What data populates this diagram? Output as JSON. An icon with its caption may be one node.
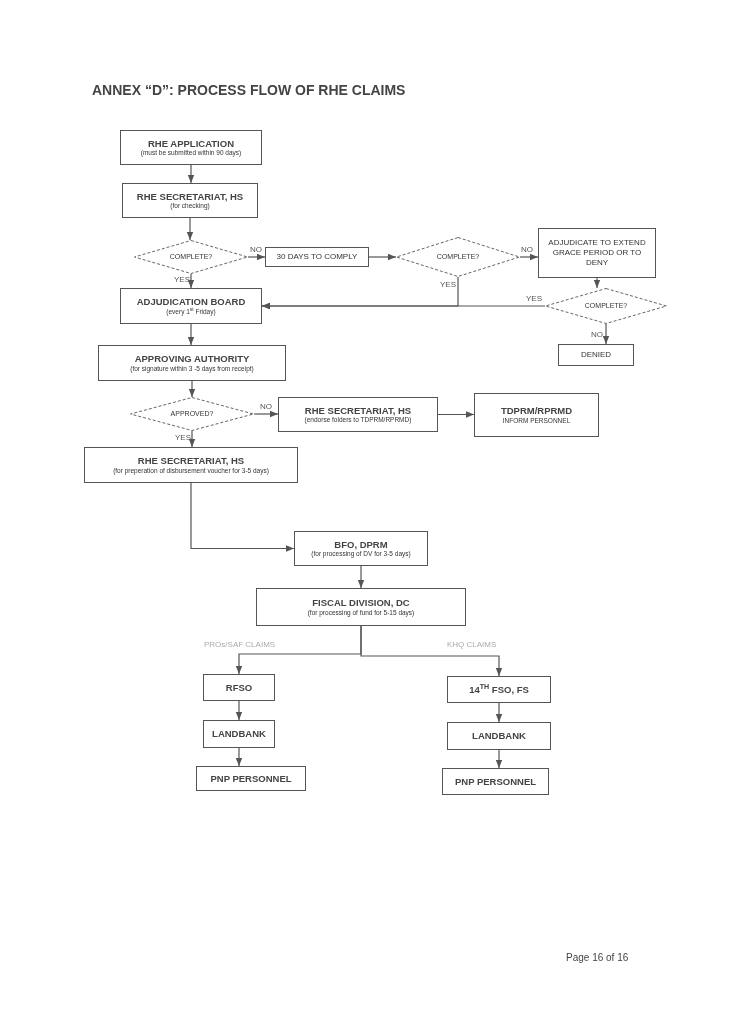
{
  "diagram": {
    "title": "ANNEX “D”: PROCESS FLOW OF RHE CLAIMS",
    "nodes": [
      {
        "text": [
          "RHE APPLICATION",
          "(must be submitted within 90 days)"
        ]
      },
      {
        "text": [
          "RHE SECRETARIAT, HS",
          "(for checking)"
        ]
      },
      {
        "text": [
          "COMPLETE?"
        ]
      },
      {
        "text": [
          "30 DAYS TO COMPLY"
        ]
      },
      {
        "text": [
          "COMPLETE?"
        ]
      },
      {
        "text": [
          "ADJUDICATE TO EXTEND GRACE PERIOD OR TO DENY"
        ]
      },
      {
        "text": [
          "COMPLETE?"
        ]
      },
      {
        "text": [
          "DENIED"
        ]
      },
      {
        "text": [
          "ADJUDICATION BOARD",
          "(every 1$^{st}$ Friday)"
        ]
      },
      {
        "text": [
          "APPROVING AUTHORITY",
          "(for signature within 3 -5 days from receipt)"
        ]
      },
      {
        "text": [
          "APPROVED?"
        ]
      },
      {
        "text": [
          "RHE SECRETARIAT, HS",
          "(endorse folders to TDPRM/RPRMD)"
        ]
      },
      {
        "text": [
          "TDPRM/RPRMD",
          "INFORM PERSONNEL"
        ]
      },
      {
        "text": [
          "RHE SECRETARIAT, HS",
          "(for preperation of disbursement voucher for 3-5 days)"
        ]
      },
      {
        "text": [
          "BFO, DPRM",
          "(for processing of DV for 3-5 days)"
        ]
      },
      {
        "text": [
          "FISCAL DIVISION, DC",
          "(for processing of fund for 5-15 days)"
        ]
      },
      {
        "text": [
          "RFSO"
        ]
      },
      {
        "text": [
          "LANDBANK"
        ]
      },
      {
        "text": [
          "PNP PERSONNEL"
        ]
      },
      {
        "text": [
          "14$^{TH}$ FSO, FS"
        ]
      },
      {
        "text": [
          "LANDBANK"
        ]
      },
      {
        "text": [
          "PNP PERSONNEL"
        ]
      }
    ],
    "edges": [
      {
        "from": 0,
        "to": 1,
        "arrow": "to"
      },
      {
        "from": 1,
        "to": 2,
        "arrow": "to"
      },
      {
        "from": 2,
        "to": 3,
        "arrow": "to",
        "label": "NO"
      },
      {
        "from": 2,
        "to": 8,
        "arrow": "to",
        "label": "YES"
      },
      {
        "from": 3,
        "to": 4,
        "arrow": "to"
      },
      {
        "from": 4,
        "to": 5,
        "arrow": "to",
        "label": "NO"
      },
      {
        "from": 4,
        "to": 8,
        "arrow": "to",
        "label": "YES"
      },
      {
        "from": 5,
        "to": 6,
        "arrow": "to"
      },
      {
        "from": 6,
        "to": 8,
        "arrow": "to",
        "label": "YES"
      },
      {
        "from": 6,
        "to": 7,
        "arrow": "to",
        "label": "NO"
      },
      {
        "from": 8,
        "to": 9,
        "arrow": "to"
      },
      {
        "from": 9,
        "to": 10,
        "arrow": "to"
      },
      {
        "from": 10,
        "to": 11,
        "arrow": "to",
        "label": "NO"
      },
      {
        "from": 10,
        "to": 13,
        "arrow": "to",
        "label": "YES"
      },
      {
        "from": 11,
        "to": 12,
        "arrow": "to"
      },
      {
        "from": 13,
        "to": 14,
        "arrow": "to"
      },
      {
        "from": 14,
        "to": 15,
        "arrow": "to"
      },
      {
        "from": 15,
        "to": 16,
        "arrow": "to",
        "label": "PROs/SAF CLAIMS"
      },
      {
        "from": 15,
        "to": 19,
        "arrow": "to",
        "label": "KHQ CLAIMS"
      },
      {
        "from": 16,
        "to": 17,
        "arrow": "to"
      },
      {
        "from": 17,
        "to": 18,
        "arrow": "to"
      },
      {
        "from": 19,
        "to": 20,
        "arrow": "to"
      },
      {
        "from": 20,
        "to": 21,
        "arrow": "to"
      }
    ],
    "labels": [
      "Page 16 of 16"
    ]
  }
}
